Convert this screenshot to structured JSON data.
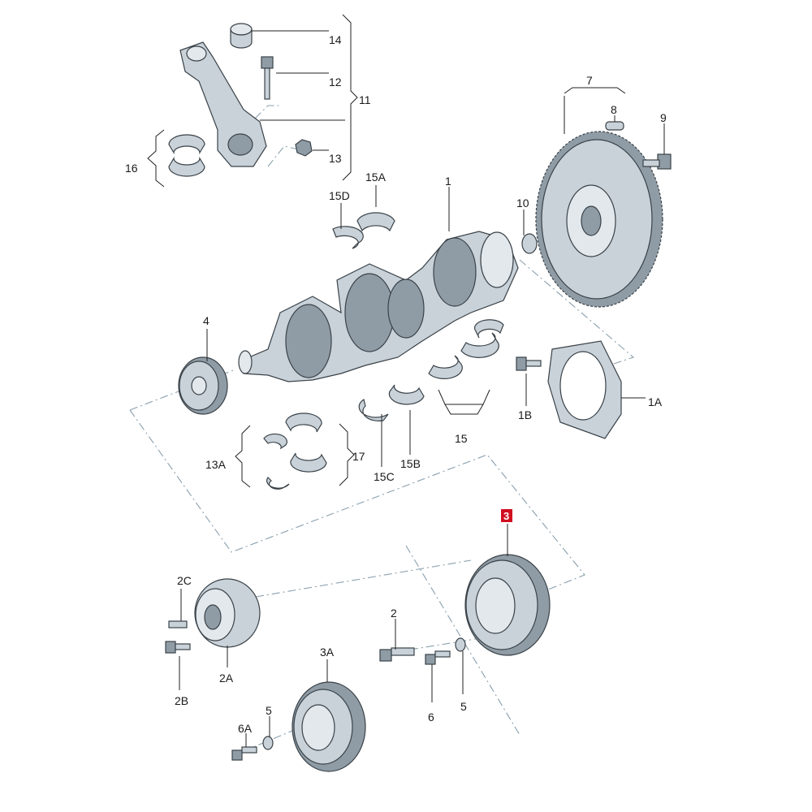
{
  "highlight_color": "#d01020",
  "labels": {
    "l1": "1",
    "l1A": "1A",
    "l1B": "1B",
    "l2": "2",
    "l2A": "2A",
    "l2B": "2B",
    "l2C": "2C",
    "l3": "3",
    "l3A": "3A",
    "l4": "4",
    "l5a": "5",
    "l5b": "5",
    "l6": "6",
    "l6A": "6A",
    "l7": "7",
    "l8": "8",
    "l9": "9",
    "l10": "10",
    "l11": "11",
    "l12": "12",
    "l13": "13",
    "l13A": "13A",
    "l14": "14",
    "l15": "15",
    "l15A": "15A",
    "l15B": "15B",
    "l15C": "15C",
    "l15D": "15D",
    "l16": "16",
    "l17": "17"
  }
}
